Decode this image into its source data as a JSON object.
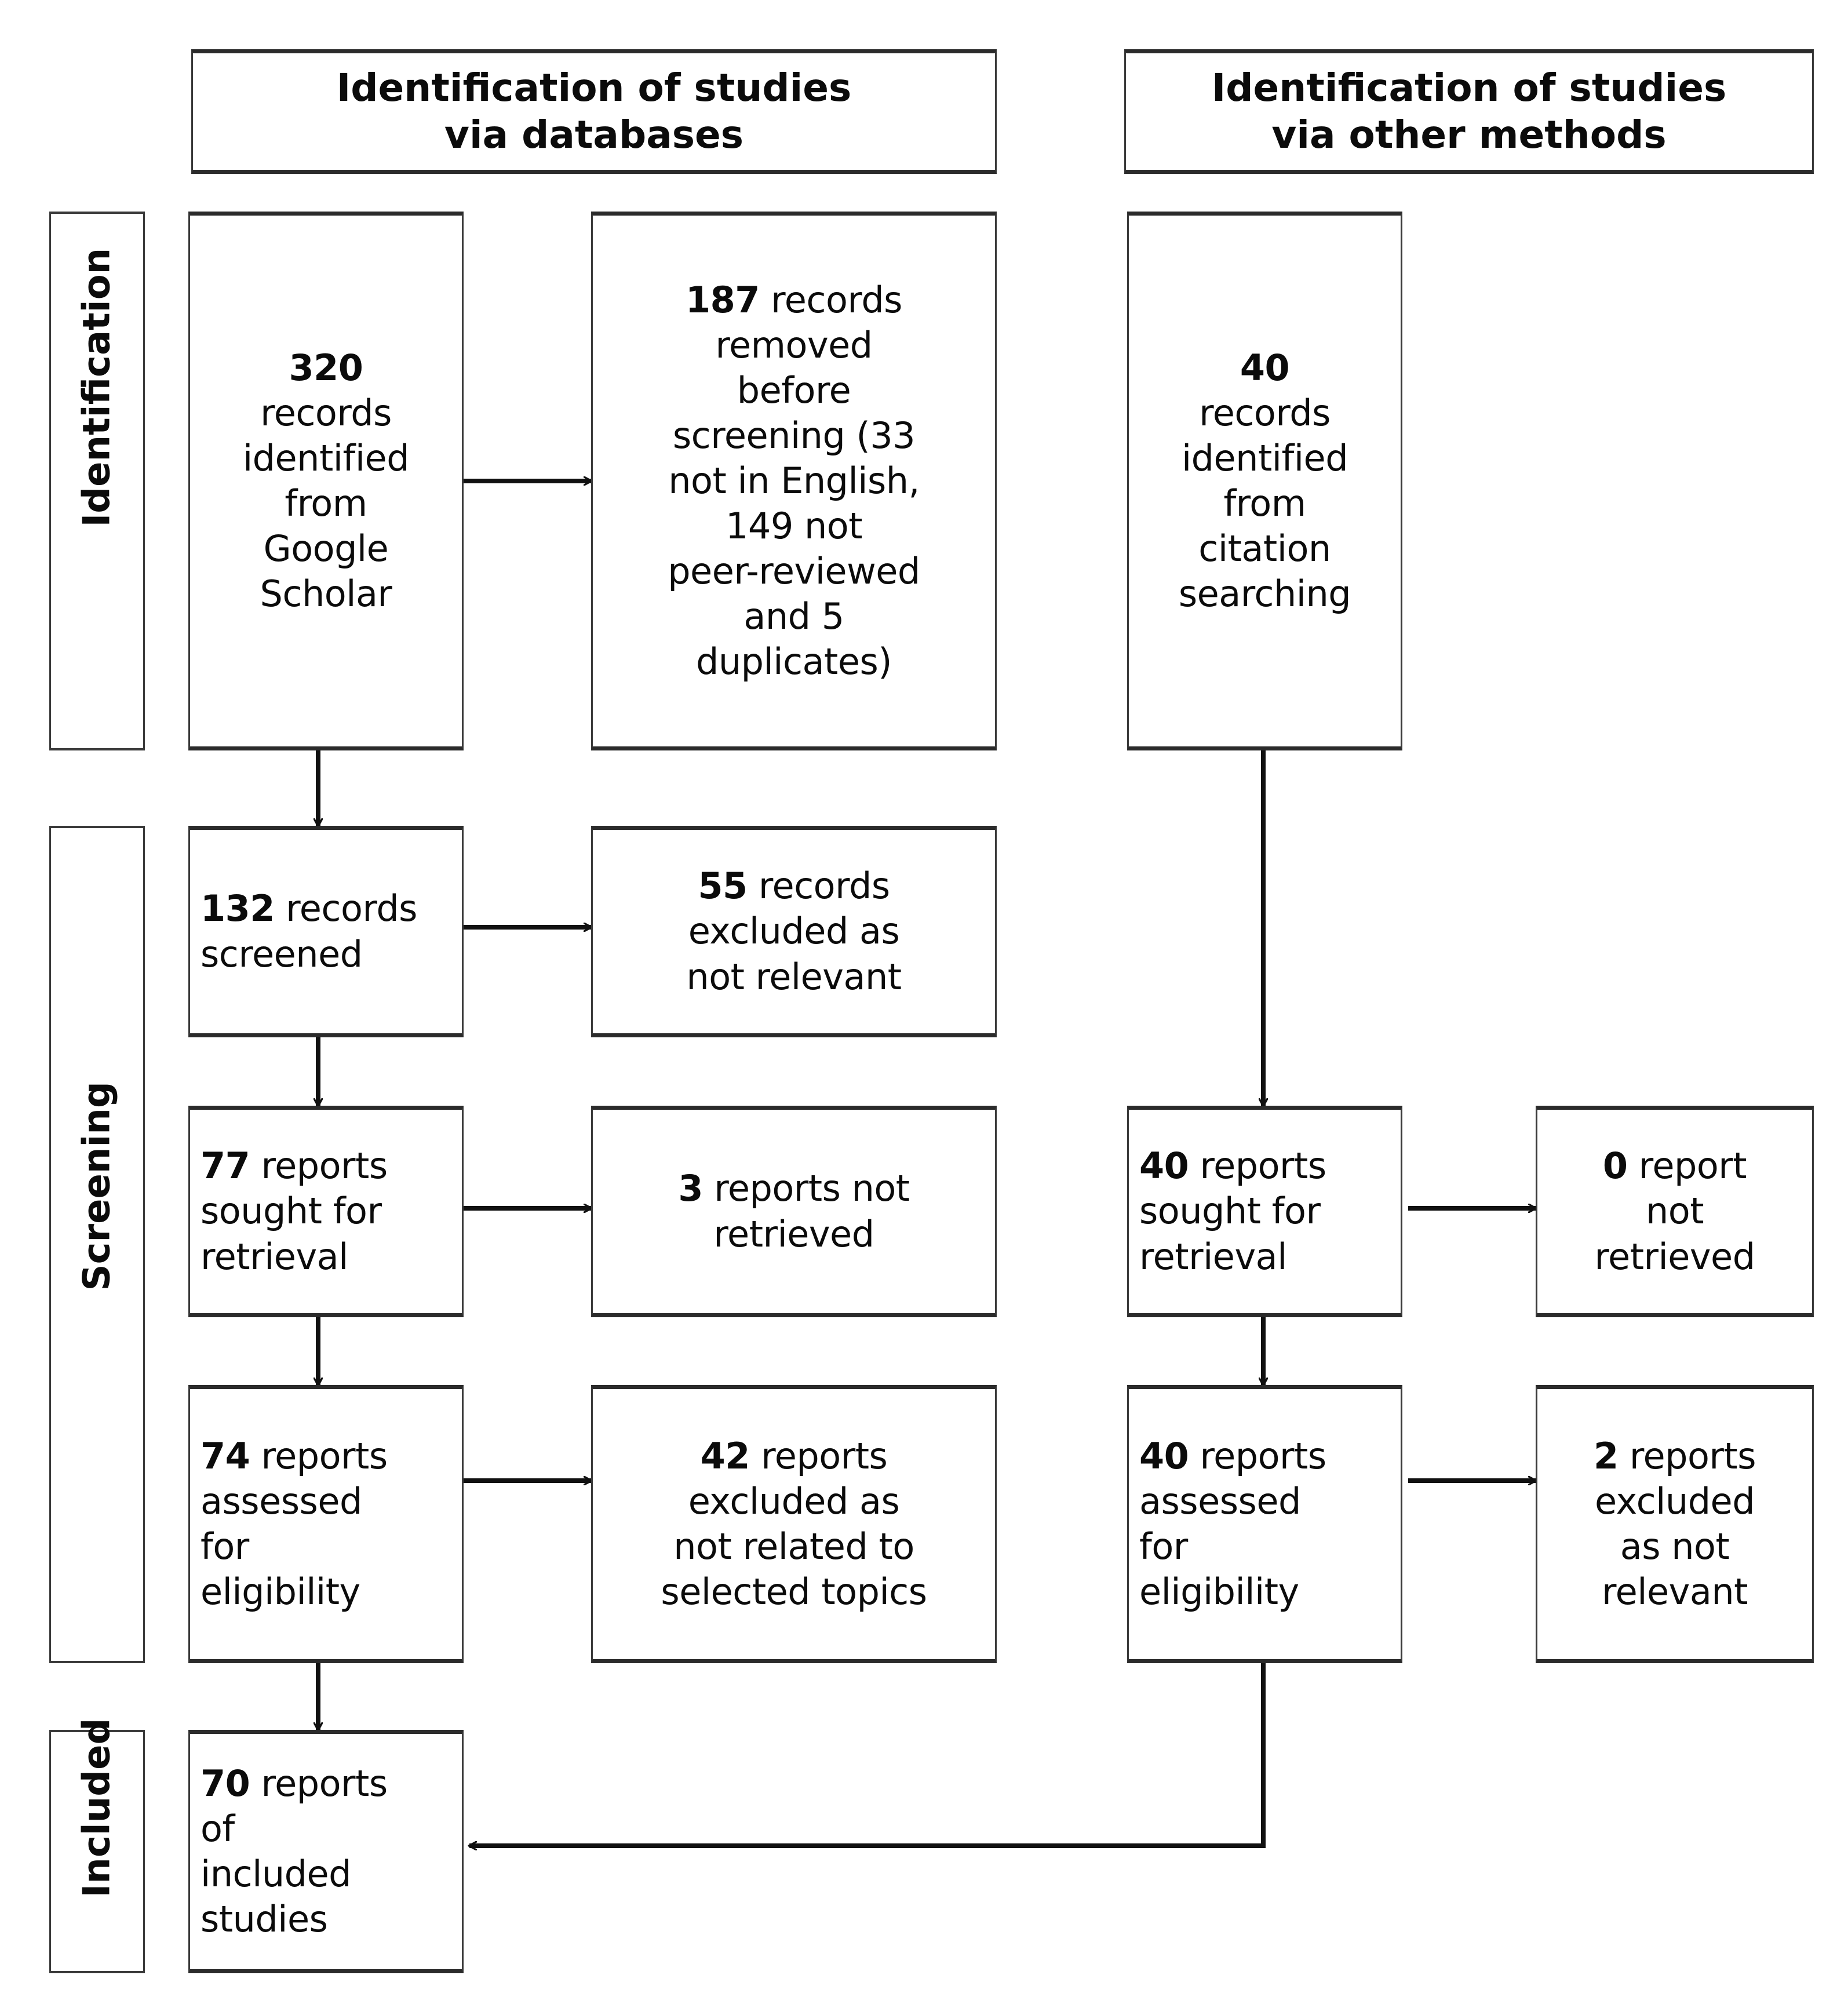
{
  "diagram": {
    "type": "PRISMA 2020 flow diagram",
    "headers": [
      {
        "id": "databases",
        "label": "Identification of studies\nvia databases"
      },
      {
        "id": "other-methods",
        "label": "Identification of studies\nvia other methods"
      }
    ],
    "phases": [
      {
        "id": "identification",
        "label": "Identification"
      },
      {
        "id": "screening",
        "label": "Screening"
      },
      {
        "id": "included",
        "label": "Included"
      }
    ],
    "boxes": {
      "records_identified_databases": {
        "count": "320",
        "text": "320\nrecords\nidentified\nfrom\nGoogle\nScholar"
      },
      "records_removed": {
        "count": "187",
        "text": "187 records\nremoved\nbefore\nscreening (33\nnot in English,\n149 not\npeer-reviewed\nand 5\nduplicates)"
      },
      "records_identified_other": {
        "count": "40",
        "text": "40\nrecords\nidentified\nfrom\ncitation\nsearching"
      },
      "records_screened": {
        "count": "132",
        "text": "132 records\nscreened"
      },
      "records_excluded": {
        "count": "55",
        "text": "55 records\nexcluded as\nnot relevant"
      },
      "reports_sought_databases": {
        "count": "77",
        "text": "77 reports\nsought for\nretrieval"
      },
      "reports_not_retrieved_databases": {
        "count": "3",
        "text": "3 reports not\nretrieved"
      },
      "reports_sought_other": {
        "count": "40",
        "text": "40 reports\nsought for\nretrieval"
      },
      "reports_not_retrieved_other": {
        "count": "0",
        "text": "0 report\nnot\nretrieved"
      },
      "reports_assessed_databases": {
        "count": "74",
        "text": "74 reports\nassessed\nfor\neligibility"
      },
      "reports_excluded_databases": {
        "count": "42",
        "text": "42 reports\nexcluded as\nnot related to\nselected topics"
      },
      "reports_assessed_other": {
        "count": "40",
        "text": "40 reports\nassessed\nfor\neligibility"
      },
      "reports_excluded_other": {
        "count": "2",
        "text": "2 reports\nexcluded\nas not\nrelevant"
      },
      "reports_included": {
        "count": "70",
        "text": "70 reports\nof\nincluded\nstudies"
      }
    },
    "colors": {
      "border": "#3a3a3a",
      "border_heavy": "#2b2b2b",
      "text": "#0b0b0b",
      "background": "#ffffff",
      "connector": "#111111"
    }
  }
}
